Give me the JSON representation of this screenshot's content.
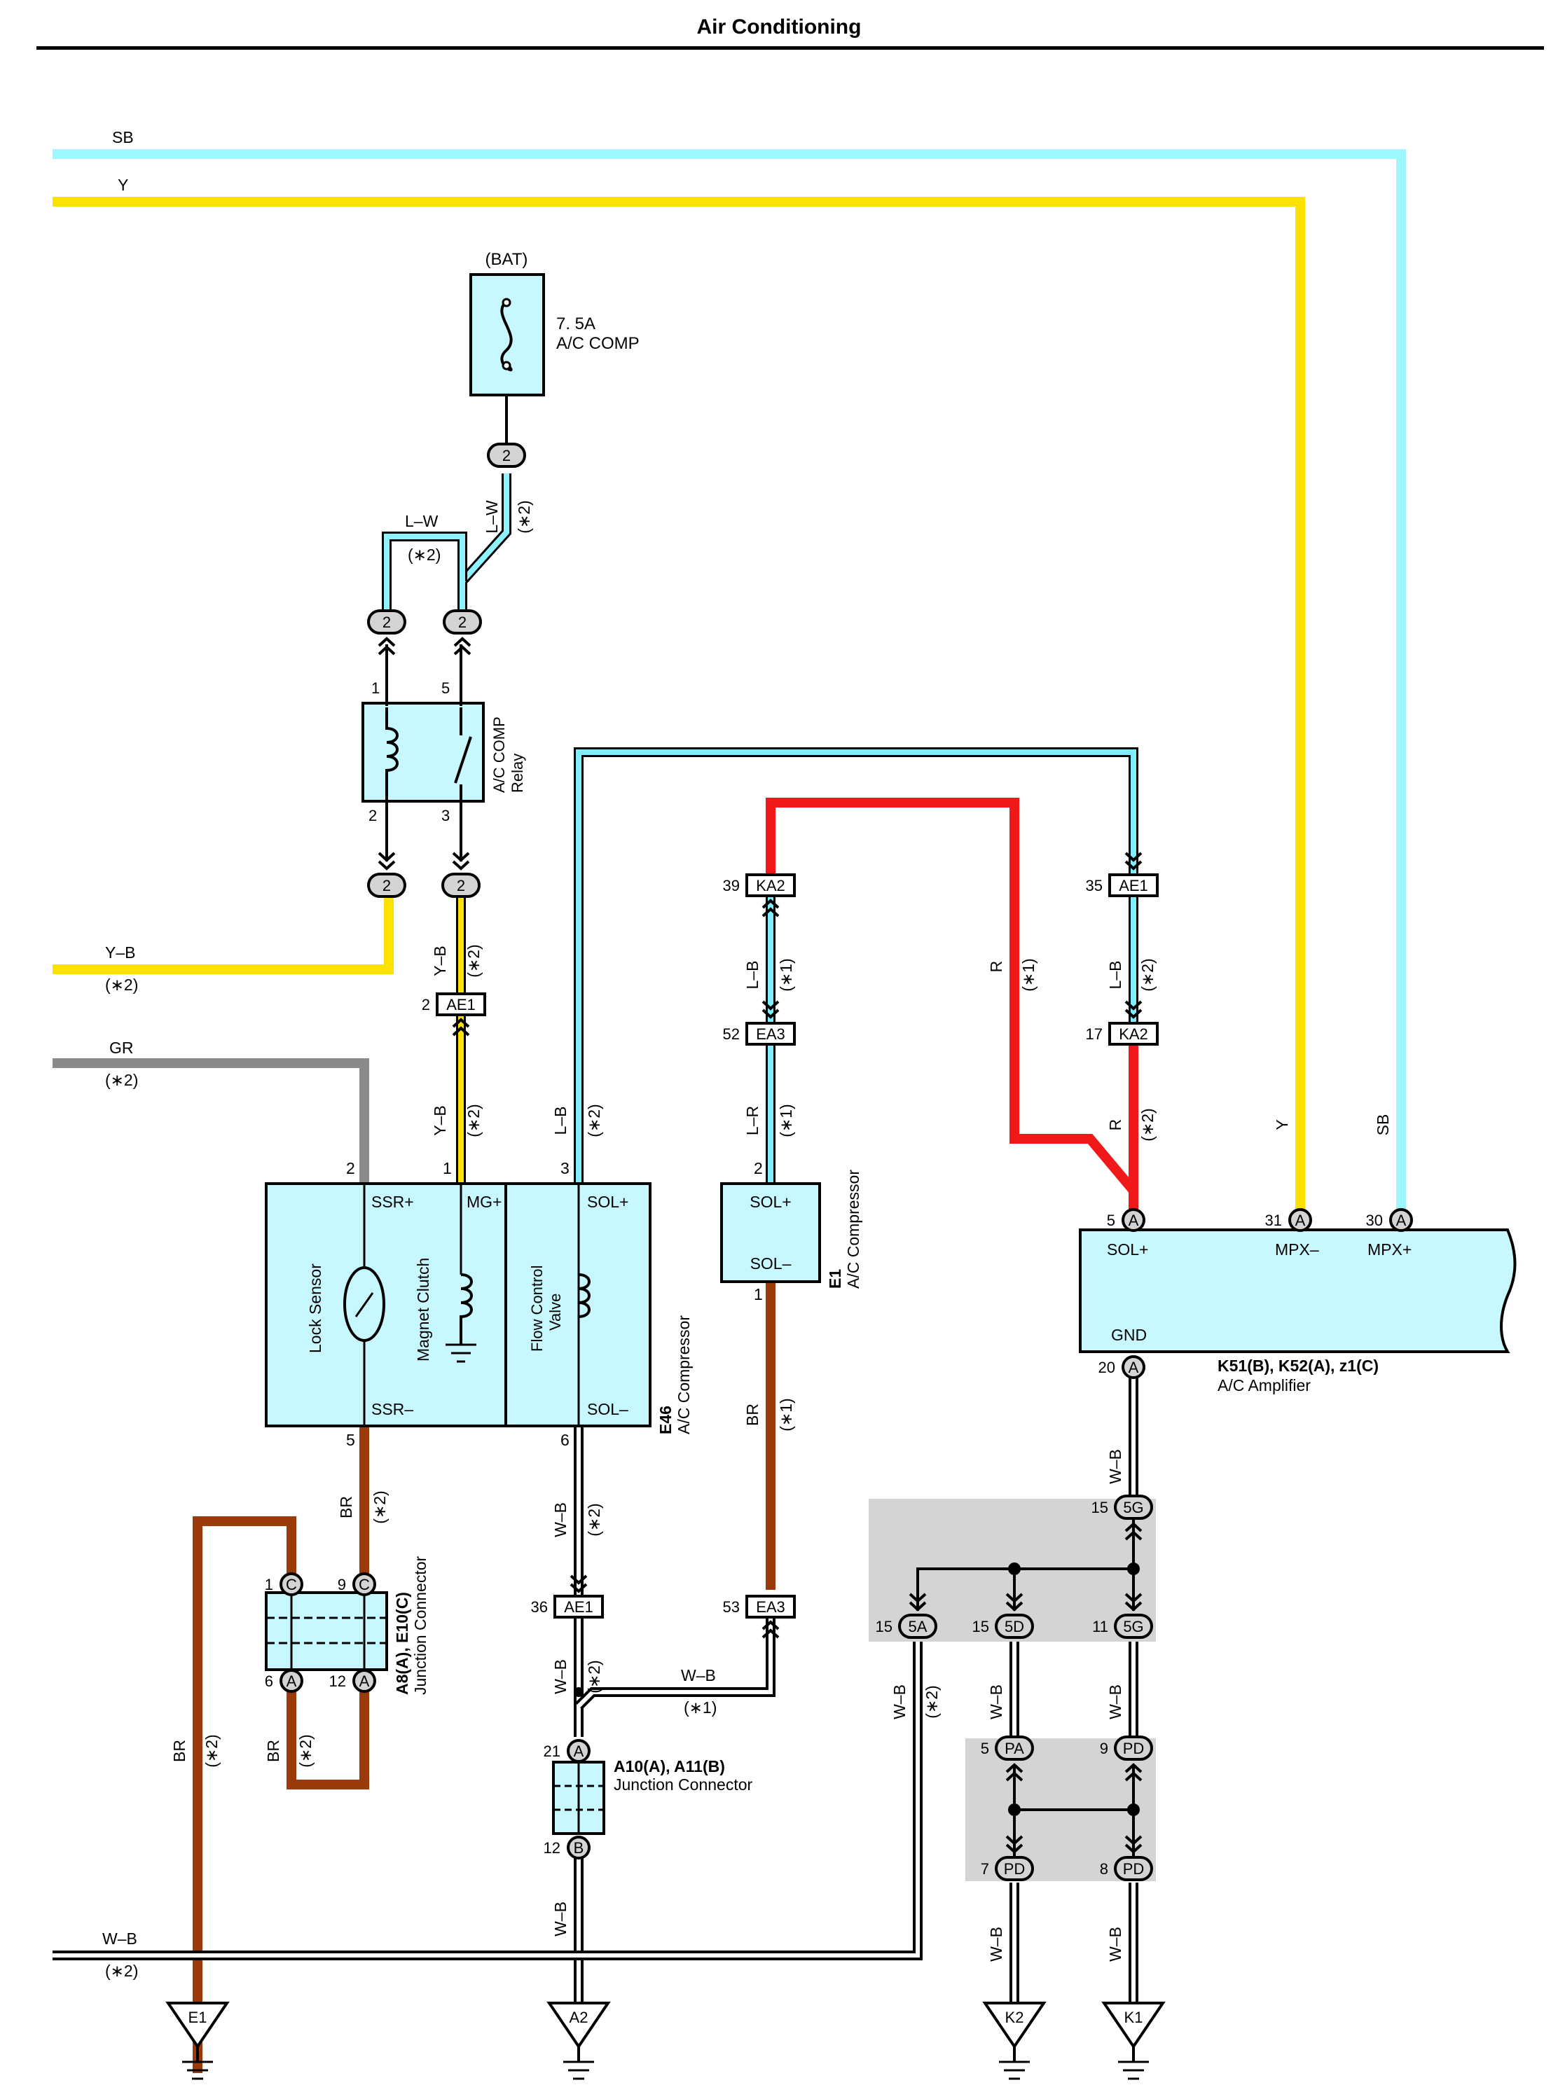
{
  "page": {
    "title": "Air Conditioning"
  },
  "colors": {
    "SB": "#9ef7ff",
    "Y": "#ffe100",
    "L_W": "#8ff2ff",
    "Y_B": "#ffe100",
    "GR": "#8a8a8a",
    "BR": "#9a3a0a",
    "R": "#f01818",
    "L_B": "#7fefff",
    "L_R": "#7fefff",
    "W_B": "#ffffff",
    "component_fill": "#c8f8ff",
    "shade": "#d4d4d4"
  },
  "wire_labels": {
    "sb": "SB",
    "y": "Y",
    "lw": "L–W",
    "yb": "Y–B",
    "gr": "GR",
    "br": "BR",
    "r": "R",
    "lb": "L–B",
    "lr": "L–R",
    "wb": "W–B",
    "star1": "(∗1)",
    "star2": "(∗2)"
  },
  "fuse": {
    "source": "(BAT)",
    "rating": "7. 5A",
    "name": "A/C COMP"
  },
  "relay": {
    "name1": "A/C COMP",
    "name2": "Relay",
    "pins": [
      "1",
      "5",
      "2",
      "3"
    ]
  },
  "connectors": {
    "c2": "2",
    "ae1": "AE1",
    "ka2": "KA2",
    "ea3": "EA3",
    "g5": "5G",
    "a5": "5A",
    "d5": "5D",
    "pa": "PA",
    "pd": "PD",
    "cA": "A",
    "cB": "B",
    "cC": "C"
  },
  "pins": {
    "n1": "1",
    "n2": "2",
    "n3": "3",
    "n5": "5",
    "n6": "6",
    "n7": "7",
    "n8": "8",
    "n9": "9",
    "n11": "11",
    "n12": "12",
    "n15": "15",
    "n17": "17",
    "n20": "20",
    "n21": "21",
    "n30": "30",
    "n31": "31",
    "n35": "35",
    "n36": "36",
    "n39": "39",
    "n52": "52",
    "n53": "53"
  },
  "e46": {
    "code": "E46",
    "name": "A/C Compressor",
    "ssr_plus": "SSR+",
    "mg_plus": "MG+",
    "sol_plus": "SOL+",
    "ssr_minus": "SSR–",
    "sol_minus": "SOL–",
    "lock_sensor": "Lock Sensor",
    "magnet_clutch": "Magnet Clutch",
    "fcv1": "Flow Control",
    "fcv2": "Valve"
  },
  "e1": {
    "code": "E1",
    "name": "A/C Compressor",
    "sol_plus": "SOL+",
    "sol_minus": "SOL–"
  },
  "amp": {
    "code": "K51(B), K52(A), z1(C)",
    "name": "A/C Amplifier",
    "sol_plus": "SOL+",
    "mpx_minus": "MPX–",
    "mpx_plus": "MPX+",
    "gnd": "GND"
  },
  "jc1": {
    "code": "A8(A), E10(C)",
    "name": "Junction Connector"
  },
  "jc2": {
    "code": "A10(A), A11(B)",
    "name": "Junction Connector"
  },
  "grounds": {
    "e1": "E1",
    "a2": "A2",
    "k2": "K2",
    "k1": "K1"
  }
}
